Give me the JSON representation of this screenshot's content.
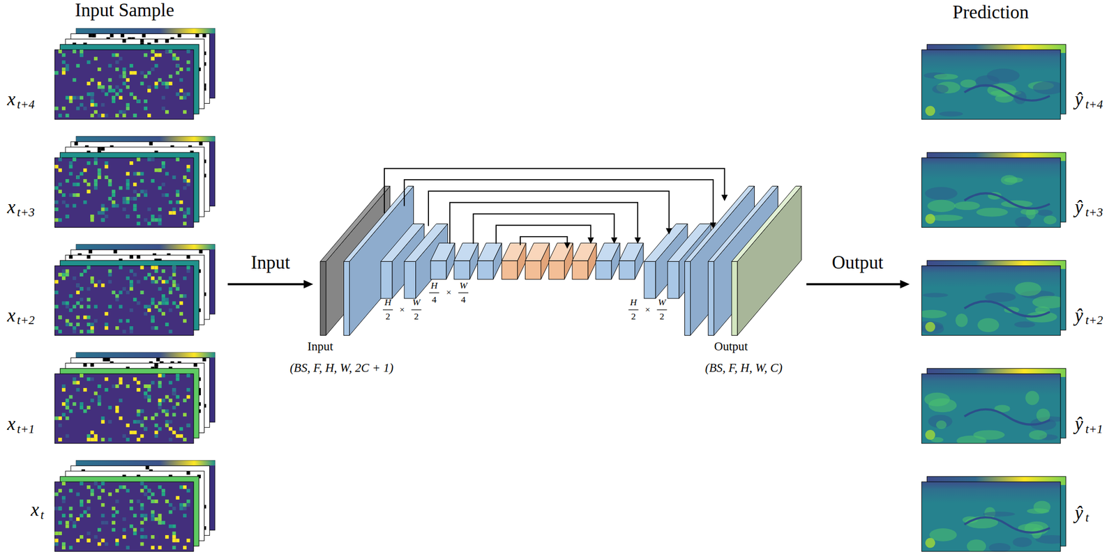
{
  "diagram": {
    "labels": [
      "Input Sample",
      "Prediction",
      "x",
      "t+4",
      "x",
      "t+3",
      "x",
      "t+2",
      "x",
      "t+1",
      "x",
      "t",
      "Input",
      "Output",
      "H",
      "2",
      "×",
      "W",
      "2",
      "H",
      "4",
      "×",
      "W",
      "4",
      "H",
      "2",
      "×",
      "W",
      "2",
      "Input",
      "(BS, F, H, W, 2C + 1)",
      "Output",
      "(BS, F, H, W, C)",
      "ŷ",
      "t+4",
      "ŷ",
      "t+3",
      "ŷ",
      "t+2",
      "ŷ",
      "t+1",
      "ŷ",
      "t"
    ]
  }
}
